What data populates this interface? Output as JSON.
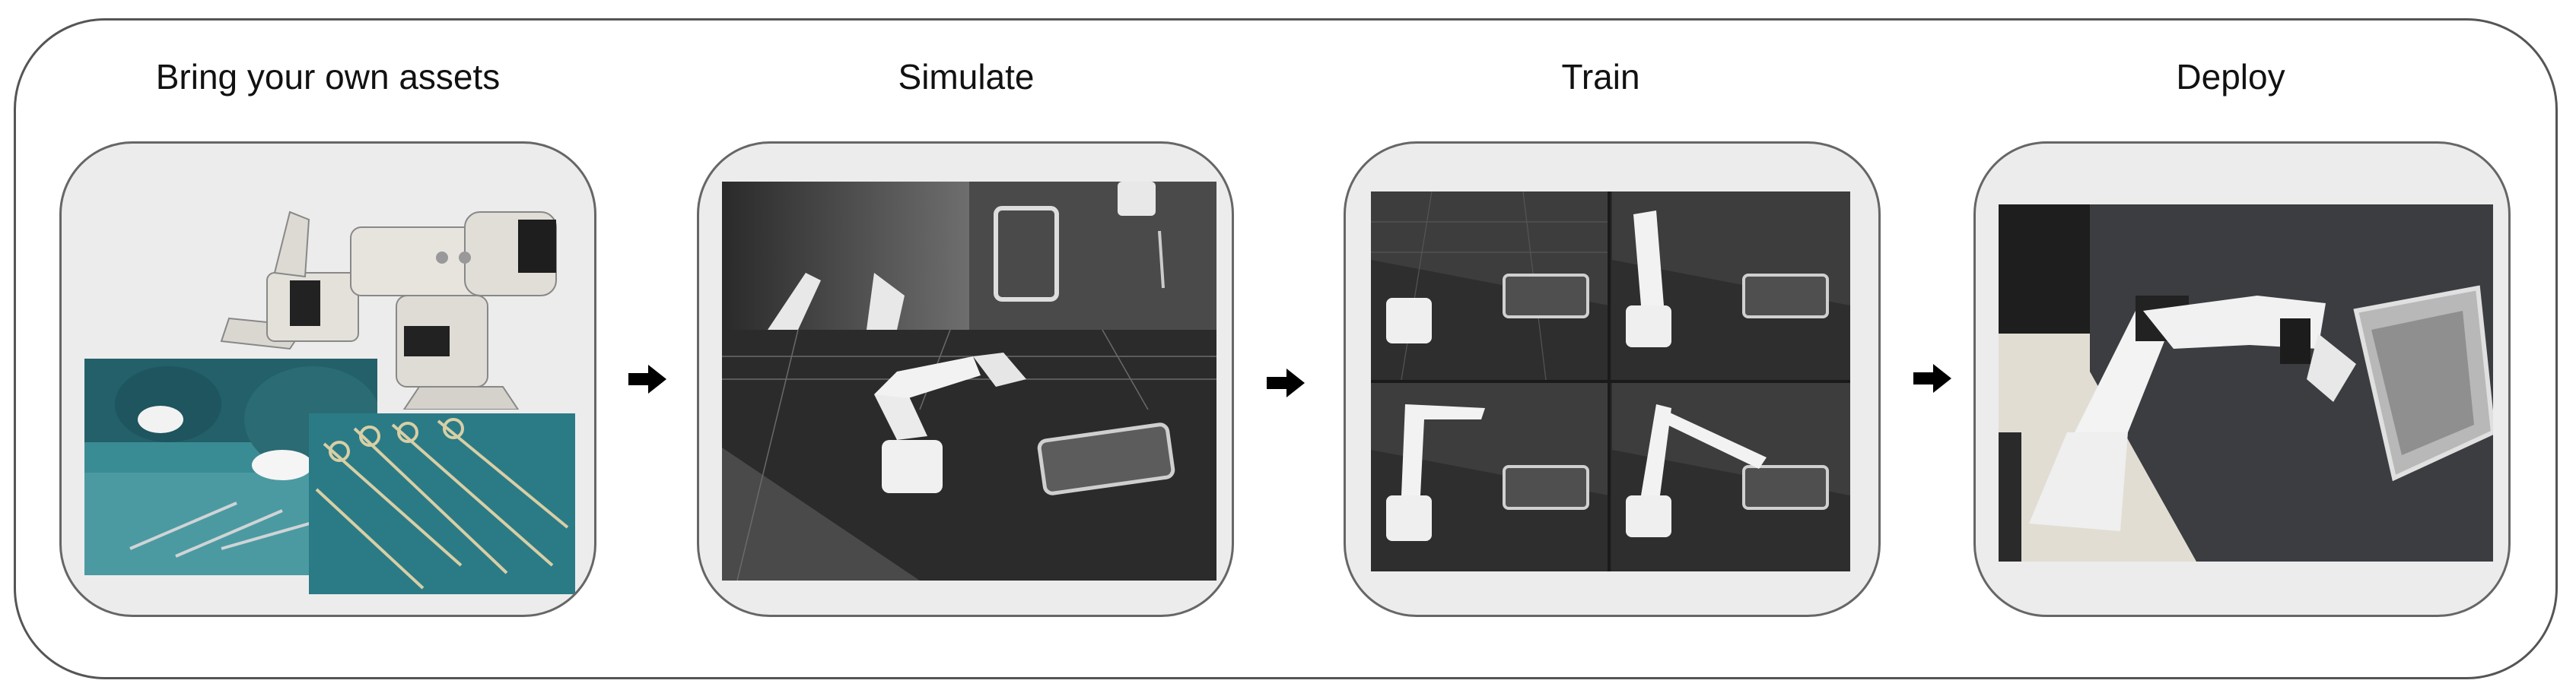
{
  "stages": [
    {
      "id": "assets",
      "title": "Bring your own assets"
    },
    {
      "id": "simulate",
      "title": "Simulate"
    },
    {
      "id": "train",
      "title": "Train"
    },
    {
      "id": "deploy",
      "title": "Deploy"
    }
  ],
  "icons": {
    "arrow": "right-arrow-icon"
  },
  "colors": {
    "frame": "#555555",
    "panel_bg": "#ececec",
    "sim_floor": "#4a4a4a",
    "surgical_teal": "#2f7a82"
  }
}
